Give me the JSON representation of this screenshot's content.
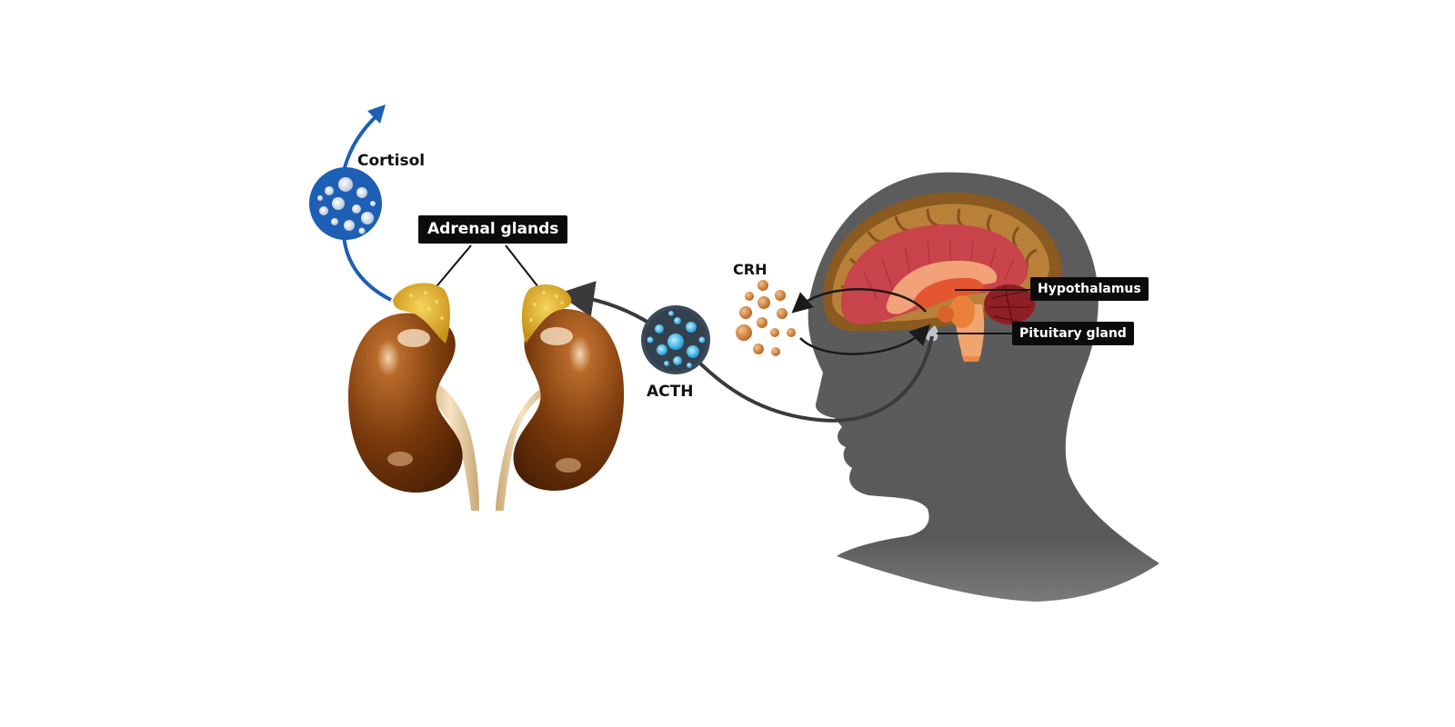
{
  "labels": {
    "cortisol": "Cortisol",
    "adrenal_glands": "Adrenal glands",
    "crh": "CRH",
    "acth": "ACTH",
    "hypothalamus": "Hypothalamus",
    "pituitary_gland": "Pituitary gland"
  },
  "icons": {
    "cortisol": "cortisol-molecule-icon",
    "acth": "acth-molecule-icon",
    "crh": "crh-particles-icon",
    "kidneys": "kidney-icon",
    "head": "head-silhouette-icon",
    "brain": "brain-icon"
  },
  "colors": {
    "cortisol_blue": "#1d5fb4",
    "acth_blue": "#29a9e0",
    "crh_orange": "#c9782e",
    "kidney_brown": "#7a3a0c",
    "adrenal_yellow": "#e8b830",
    "head_gray": "#5a5a5a",
    "brain_red": "#c9434b",
    "label_bg": "#0b0b0b",
    "arrow_dark": "#3a3a3a"
  }
}
